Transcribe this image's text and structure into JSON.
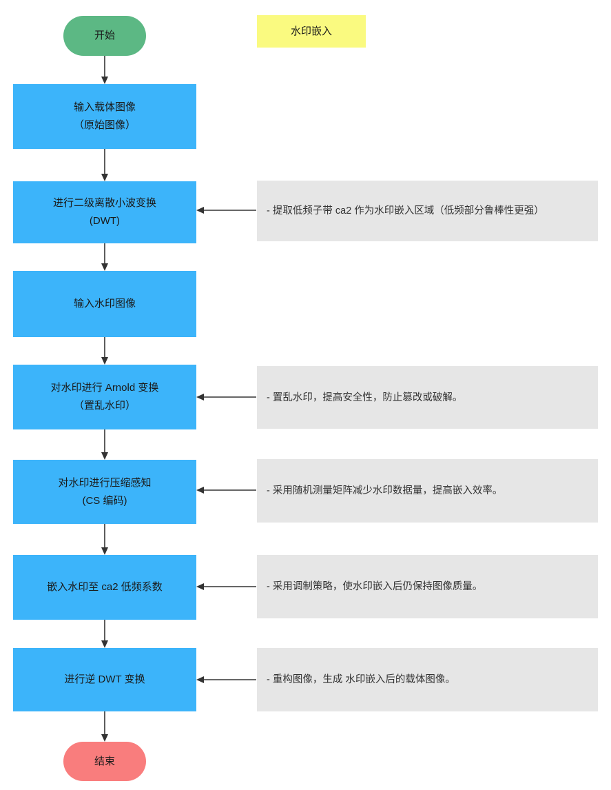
{
  "diagram": {
    "title_note": "水印嵌入",
    "colors": {
      "process": "#3CB4FA",
      "start": "#5CB884",
      "end": "#F97D7D",
      "note_yellow": "#FAFA80",
      "note_gray": "#E6E6E6",
      "edge": "#333333"
    },
    "nodes": [
      {
        "id": "start",
        "shape": "stadium",
        "label": "开始"
      },
      {
        "id": "n1",
        "shape": "rect",
        "label": "输入载体图像\n（原始图像）"
      },
      {
        "id": "n2",
        "shape": "rect",
        "label": "进行二级离散小波变换\n(DWT)"
      },
      {
        "id": "n3",
        "shape": "rect",
        "label": "输入水印图像"
      },
      {
        "id": "n4",
        "shape": "rect",
        "label": "对水印进行 Arnold 变换\n（置乱水印）"
      },
      {
        "id": "n5",
        "shape": "rect",
        "label": "对水印进行压缩感知\n(CS 编码)"
      },
      {
        "id": "n6",
        "shape": "rect",
        "label": "嵌入水印至 ca2 低频系数"
      },
      {
        "id": "n7",
        "shape": "rect",
        "label": "进行逆 DWT 变换"
      },
      {
        "id": "end",
        "shape": "stadium",
        "label": "结束"
      }
    ],
    "annotations": [
      {
        "id": "a2",
        "target": "n2",
        "text": "- 提取低频子带 ca2 作为水印嵌入区域（低频部分鲁棒性更强）"
      },
      {
        "id": "a4",
        "target": "n4",
        "text": "- 置乱水印，提高安全性，防止篡改或破解。"
      },
      {
        "id": "a5",
        "target": "n5",
        "text": "- 采用随机测量矩阵减少水印数据量，提高嵌入效率。"
      },
      {
        "id": "a6",
        "target": "n6",
        "text": "- 采用调制策略，使水印嵌入后仍保持图像质量。"
      },
      {
        "id": "a7",
        "target": "n7",
        "text": "- 重构图像，生成 水印嵌入后的载体图像。"
      }
    ]
  }
}
